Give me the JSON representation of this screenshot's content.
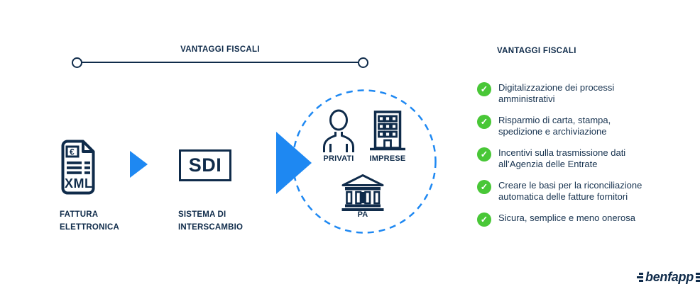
{
  "palette": {
    "navy": "#0F2B4A",
    "blue": "#1E88F2",
    "green": "#49C737",
    "background": "#FFFFFF"
  },
  "bracket": {
    "label": "VANTAGGI FISCALI"
  },
  "flow": {
    "source": {
      "icon": "xml-invoice-document-icon",
      "euro_symbol": "€",
      "xml_text": "XML",
      "label_line1": "FATTURA",
      "label_line2": "ELETTRONICA"
    },
    "sdi": {
      "box_text": "SDI",
      "label_line1": "SISTEMA DI",
      "label_line2": "INTERSCAMBIO"
    },
    "recipients": {
      "privati": {
        "icon": "person-icon",
        "label": "PRIVATI"
      },
      "imprese": {
        "icon": "building-icon",
        "label": "IMPRESE"
      },
      "pa": {
        "icon": "bank-icon",
        "label": "PA"
      }
    }
  },
  "benefits": {
    "title": "VANTAGGI FISCALI",
    "items": [
      {
        "text": "Digitalizzazione dei processi amministrativi"
      },
      {
        "text": "Risparmio di carta, stampa, spedizione e archiviazione"
      },
      {
        "text": "Incentivi sulla trasmissione dati all’Agenzia delle Entrate"
      },
      {
        "text": "Creare le basi per la riconciliazione automatica delle fatture fornitori"
      },
      {
        "text": "Sicura, semplice e meno onerosa"
      }
    ]
  },
  "icons": {
    "check_glyph": "✓"
  },
  "logo": {
    "text": "benfapp"
  }
}
